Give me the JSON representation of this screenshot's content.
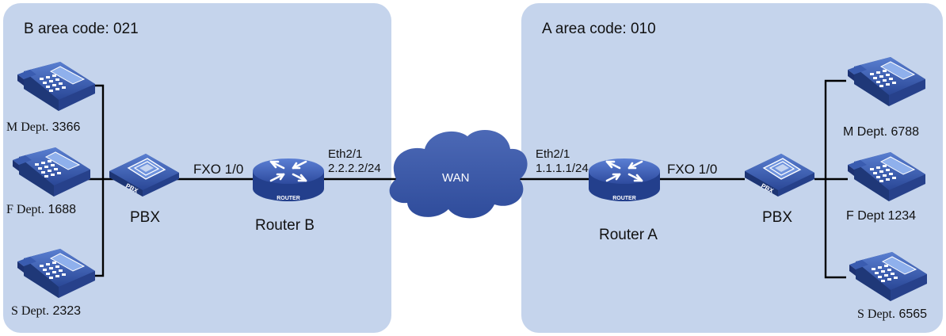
{
  "areas": {
    "left_title": "B area code: 021",
    "right_title": "A area code: 010"
  },
  "devices": {
    "router_b": "Router B",
    "router_a": "Router A",
    "pbx_left": "PBX",
    "pbx_right": "PBX",
    "wan": "WAN",
    "router_badge": "ROUTER",
    "pbx_badge": "PBX"
  },
  "links": {
    "fxo_left": "FXO 1/0",
    "fxo_right": "FXO 1/0",
    "eth_b": "Eth2/1",
    "ip_b": "2.2.2.2/24",
    "eth_a": "Eth2/1",
    "ip_a": "1.1.1.1/24"
  },
  "phones": {
    "left": [
      {
        "dept": "M Dept.",
        "num": "3366"
      },
      {
        "dept": "F Dept.",
        "num": "1688"
      },
      {
        "dept": "S Dept.",
        "num": "2323"
      }
    ],
    "right": [
      {
        "dept": "M Dept.",
        "num": "6788"
      },
      {
        "dept": "F Dept",
        "num": "1234"
      },
      {
        "dept": "S Dept.",
        "num": "6565"
      }
    ]
  },
  "colors": {
    "area_fill": "#c5d4ec",
    "device_blue": "#2f4d9c",
    "device_light": "#4e70c4",
    "cloud": "#3d5aa8",
    "line": "#000000"
  }
}
